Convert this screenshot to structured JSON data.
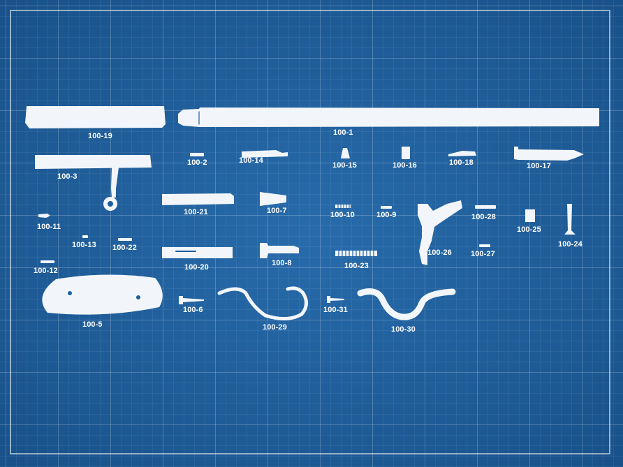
{
  "labels": {
    "p100_19": "100-19",
    "p100_1": "100-1",
    "p100_3": "100-3",
    "p100_2": "100-2",
    "p100_14": "100-14",
    "p100_15": "100-15",
    "p100_16": "100-16",
    "p100_18": "100-18",
    "p100_17": "100-17",
    "p100_21": "100-21",
    "p100_7": "100-7",
    "p100_10": "100-10",
    "p100_9": "100-9",
    "p100_28": "100-28",
    "p100_25": "100-25",
    "p100_24": "100-24",
    "p100_11": "100-11",
    "p100_13": "100-13",
    "p100_22": "100-22",
    "p100_20": "100-20",
    "p100_8": "100-8",
    "p100_23": "100-23",
    "p100_26": "100-26",
    "p100_27": "100-27",
    "p100_12": "100-12",
    "p100_5": "100-5",
    "p100_6": "100-6",
    "p100_29": "100-29",
    "p100_31": "100-31",
    "p100_30": "100-30"
  },
  "colors": {
    "background": "#1d5f9c",
    "grid": "#ffffff",
    "parts": "#f2f6fa"
  }
}
